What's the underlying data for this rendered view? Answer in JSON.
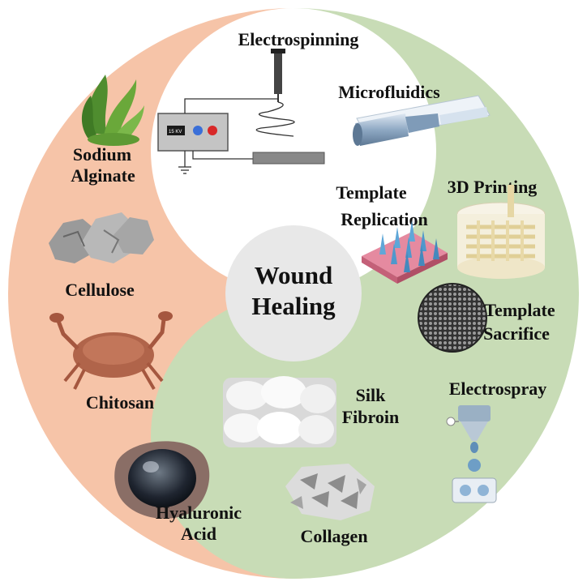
{
  "center": {
    "line1": "Wound",
    "line2": "Healing"
  },
  "colors": {
    "salmon": "#f6c4a8",
    "green": "#c8dcb6",
    "center": "#e8e8e8"
  },
  "natural_materials": {
    "sodium_alginate": {
      "line1": "Sodium",
      "line2": "Alginate"
    },
    "cellulose": "Cellulose",
    "chitosan": "Chitosan",
    "silk_fibroin": {
      "line1": "Silk",
      "line2": "Fibroin"
    },
    "hyaluronic_acid": {
      "line1": "Hyaluronic",
      "line2": "Acid"
    },
    "collagen": "Collagen"
  },
  "fabrication_methods": {
    "electrospinning": "Electrospinning",
    "voltage_label": "15 KV",
    "microfluidics": "Microfluidics",
    "printing_3d": "3D Printing",
    "template_replication": {
      "line1": "Template",
      "line2": "Replication"
    },
    "template_sacrifice": {
      "line1": "Template",
      "line2": "Sacrifice"
    },
    "electrospray": "Electrospray"
  }
}
